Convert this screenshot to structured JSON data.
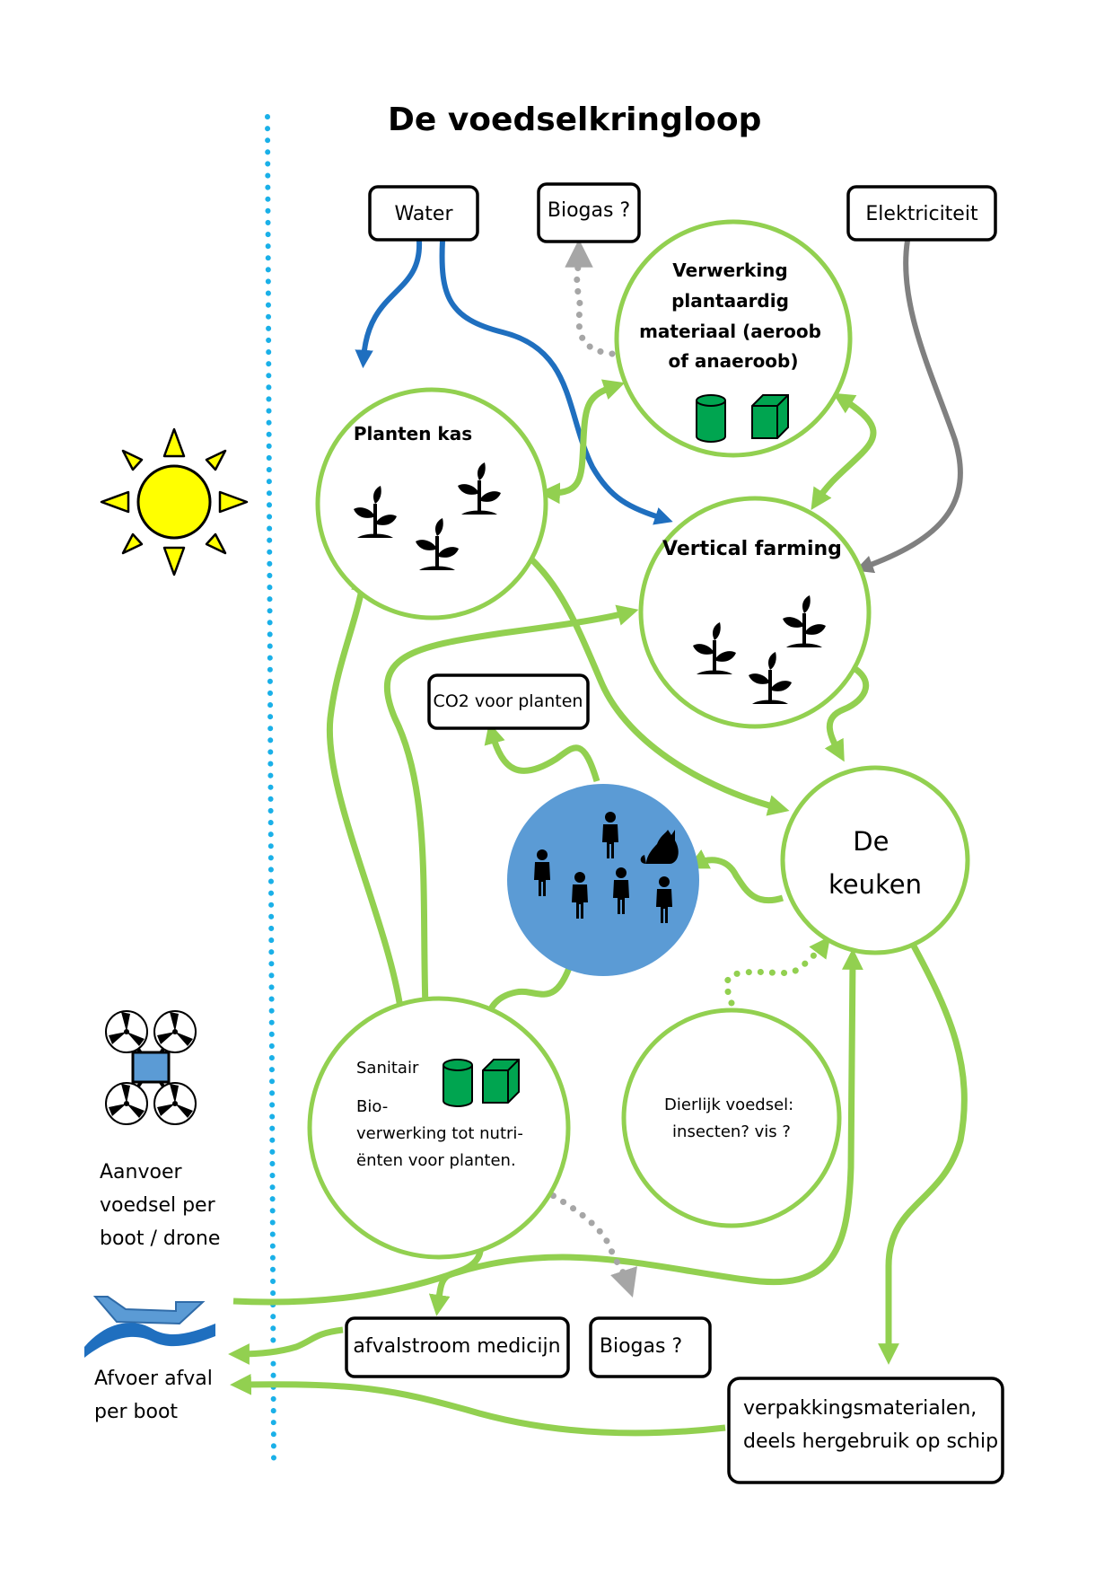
{
  "title": "De voedselkringloop",
  "boxes": {
    "water": "Water",
    "biogas_top": "Biogas ?",
    "elektriciteit": "Elektriciteit",
    "co2": "CO2 voor planten",
    "medicijn": "afvalstroom medicijn",
    "biogas_bottom": "Biogas ?",
    "verpakking_line1": "verpakkingsmaterialen,",
    "verpakking_line2": "deels hergebruik op schip"
  },
  "nodes": {
    "verwerking": [
      "Verwerking",
      "plantaardig",
      "materiaal  (aeroob",
      "of anaeroob)"
    ],
    "planten_kas": "Planten kas",
    "vertical_farming": "Vertical farming",
    "keuken": [
      "De",
      "keuken"
    ],
    "sanitair_title": "Sanitair",
    "sanitair_lines": [
      "Bio-",
      "verwerking tot nutri-",
      "ënten voor planten."
    ],
    "dierlijk": [
      "Dierlijk voedsel:",
      "insecten? vis ?"
    ]
  },
  "side": {
    "aanvoer": [
      "Aanvoer",
      "voedsel per",
      "boot / drone"
    ],
    "afvoer": [
      "Afvoer afval",
      "per boot"
    ]
  },
  "icons": [
    "sun-icon",
    "drone-icon",
    "boat-icon",
    "plant-icon",
    "container-icon",
    "people-icon"
  ],
  "colors": {
    "green": "#92d050",
    "blue_water": "#1f6fbf",
    "gray_electric": "#808080",
    "dotted_gray": "#a6a6a6",
    "boundary": "#1ab0e8",
    "people_circle": "#5b9bd5",
    "sun": "#ffff00",
    "container_green": "#00a550"
  }
}
